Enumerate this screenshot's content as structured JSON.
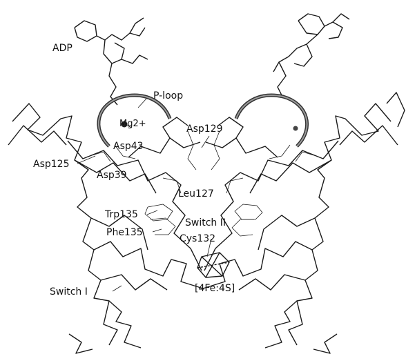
{
  "figure": {
    "labels": {
      "adp": "ADP",
      "p_loop": "P-loop",
      "mg": "Mg2+",
      "asp129": "Asp129",
      "asp43": "Asp43",
      "asp125": "Asp125",
      "asp39": "Asp39",
      "leu127": "Leu127",
      "trp135": "Trp135",
      "switch2": "Switch II",
      "phe135": "Phe135",
      "cys132": "Cys132",
      "switch1": "Switch I",
      "cluster": "[4Fe:4S]"
    }
  },
  "colors": {
    "line": "#1a1a1a",
    "ribbon_dark": "#333333",
    "ribbon_light": "#9a9a9a",
    "background": "#ffffff"
  }
}
